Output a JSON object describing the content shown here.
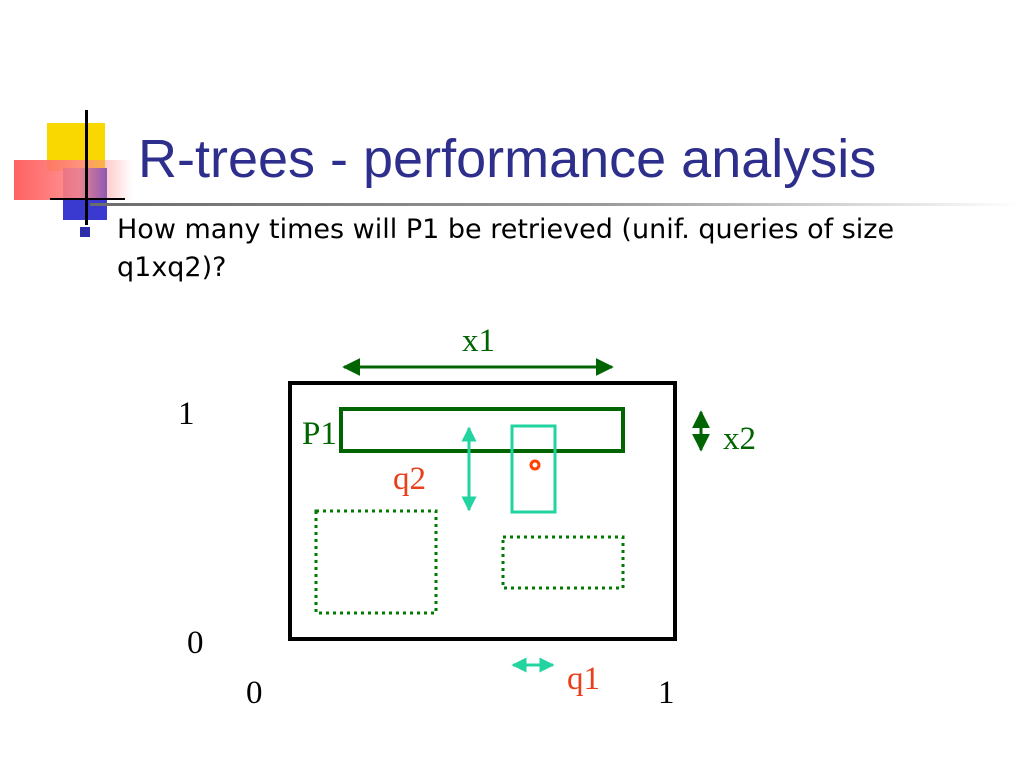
{
  "slide": {
    "title": "R-trees - performance analysis",
    "bullet_text": "How many times will P1 be retrieved (unif. queries of size q1xq2)?"
  },
  "diagram": {
    "labels": {
      "x1": "x1",
      "x2": "x2",
      "p1": "P1",
      "q2": "q2",
      "q1": "q1",
      "y_top": "1",
      "y_bottom": "0",
      "x_left": "0",
      "x_right": "1"
    },
    "colors": {
      "title": "#2e2e8c",
      "rect_green": "#006400",
      "query_teal": "#22d4a0",
      "point_red": "#ff4000",
      "label_red": "#e8401c",
      "frame": "#000000"
    }
  }
}
